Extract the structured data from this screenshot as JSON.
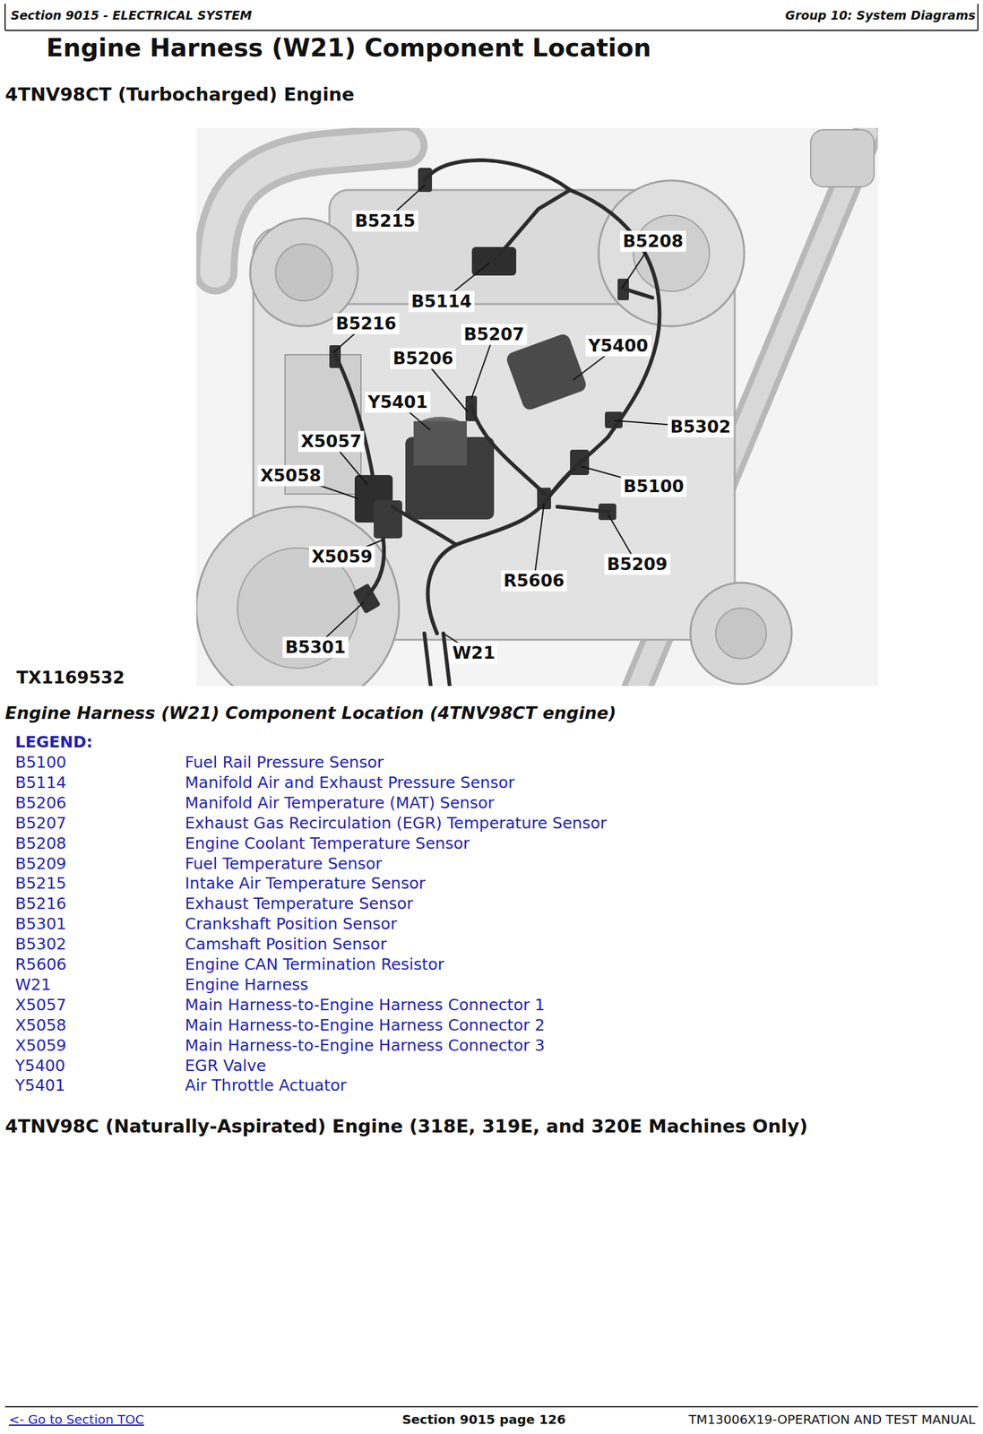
{
  "diagram": {
    "title": "Engine Harness (W21) Component Location",
    "caption": "Engine Harness (W21) Component Location (4TNV98CT engine)",
    "labels": [
      "Section 9015 - ELECTRICAL SYSTEM",
      "Group 10: System Diagrams",
      "4TNV98CT (Turbocharged) Engine",
      "B5215",
      "B5208",
      "B5114",
      "B5216",
      "B5207",
      "Y5400",
      "B5206",
      "Y5401",
      "B5302",
      "X5057",
      "X5058",
      "B5100",
      "X5059",
      "B5209",
      "R5606",
      "B5301",
      "W21",
      "TX1169532",
      "LEGEND:",
      "B5100",
      "Fuel Rail Pressure Sensor",
      "B5114",
      "Manifold Air and Exhaust Pressure Sensor",
      "B5206",
      "Manifold Air Temperature (MAT) Sensor",
      "B5207",
      "Exhaust Gas Recirculation (EGR) Temperature Sensor",
      "B5208",
      "Engine Coolant Temperature Sensor",
      "B5209",
      "Fuel Temperature Sensor",
      "B5215",
      "Intake Air Temperature Sensor",
      "B5216",
      "Exhaust Temperature Sensor",
      "B5301",
      "Crankshaft Position Sensor",
      "B5302",
      "Camshaft Position Sensor",
      "R5606",
      "Engine CAN Termination Resistor",
      "W21",
      "Engine Harness",
      "X5057",
      "Main Harness-to-Engine Harness Connector 1",
      "X5058",
      "Main Harness-to-Engine Harness Connector 2",
      "X5059",
      "Main Harness-to-Engine Harness Connector 3",
      "Y5400",
      "EGR Valve",
      "Y5401",
      "Air Throttle Actuator",
      "4TNV98C (Naturally-Aspirated) Engine (318E, 319E, and 320E Machines Only)",
      "<- Go to Section TOC",
      "Section 9015 page 126",
      "TM13006X19-OPERATION AND TEST MANUAL"
    ]
  }
}
